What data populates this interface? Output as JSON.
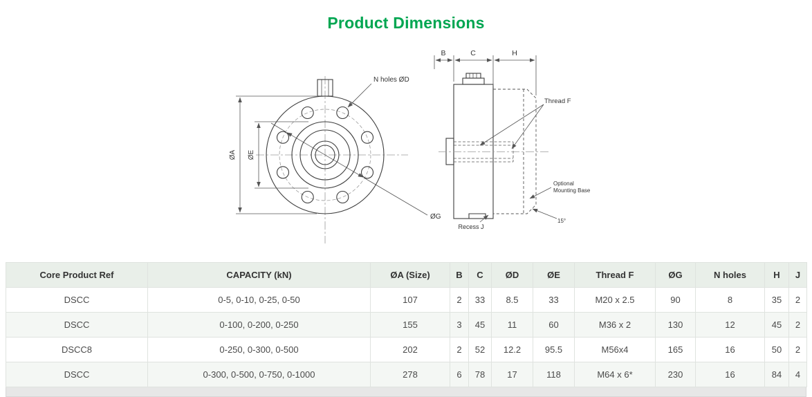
{
  "title": "Product Dimensions",
  "front_view": {
    "n_holes_label": "N holes ØD",
    "dia_a_label": "ØA",
    "dia_e_label": "ØE",
    "dia_g_label": "ØG"
  },
  "side_view": {
    "dim_b_label": "B",
    "dim_c_label": "C",
    "dim_h_label": "H",
    "thread_f_label": "Thread F",
    "mounting_base_label_line1": "Optional",
    "mounting_base_label_line2": "Mounting Base",
    "chamfer_angle_label": "15°",
    "recess_label": "Recess J"
  },
  "table": {
    "headers": [
      "Core Product Ref",
      "CAPACITY (kN)",
      "ØA (Size)",
      "B",
      "C",
      "ØD",
      "ØE",
      "Thread F",
      "ØG",
      "N holes",
      "H",
      "J"
    ],
    "rows": [
      [
        "DSCC",
        "0-5, 0-10, 0-25, 0-50",
        "107",
        "2",
        "33",
        "8.5",
        "33",
        "M20 x 2.5",
        "90",
        "8",
        "35",
        "2"
      ],
      [
        "DSCC",
        "0-100, 0-200, 0-250",
        "155",
        "3",
        "45",
        "11",
        "60",
        "M36 x 2",
        "130",
        "12",
        "45",
        "2"
      ],
      [
        "DSCC8",
        "0-250, 0-300, 0-500",
        "202",
        "2",
        "52",
        "12.2",
        "95.5",
        "M56x4",
        "165",
        "16",
        "50",
        "2"
      ],
      [
        "DSCC",
        "0-300, 0-500, 0-750, 0-1000",
        "278",
        "6",
        "78",
        "17",
        "118",
        "M64 x 6*",
        "230",
        "16",
        "84",
        "4"
      ]
    ]
  },
  "colors": {
    "title_green": "#00a651",
    "table_header_bg": "#e9efe9",
    "row_alt_bg": "#f4f7f4",
    "partial_strip_bg": "#e7e7e7"
  }
}
